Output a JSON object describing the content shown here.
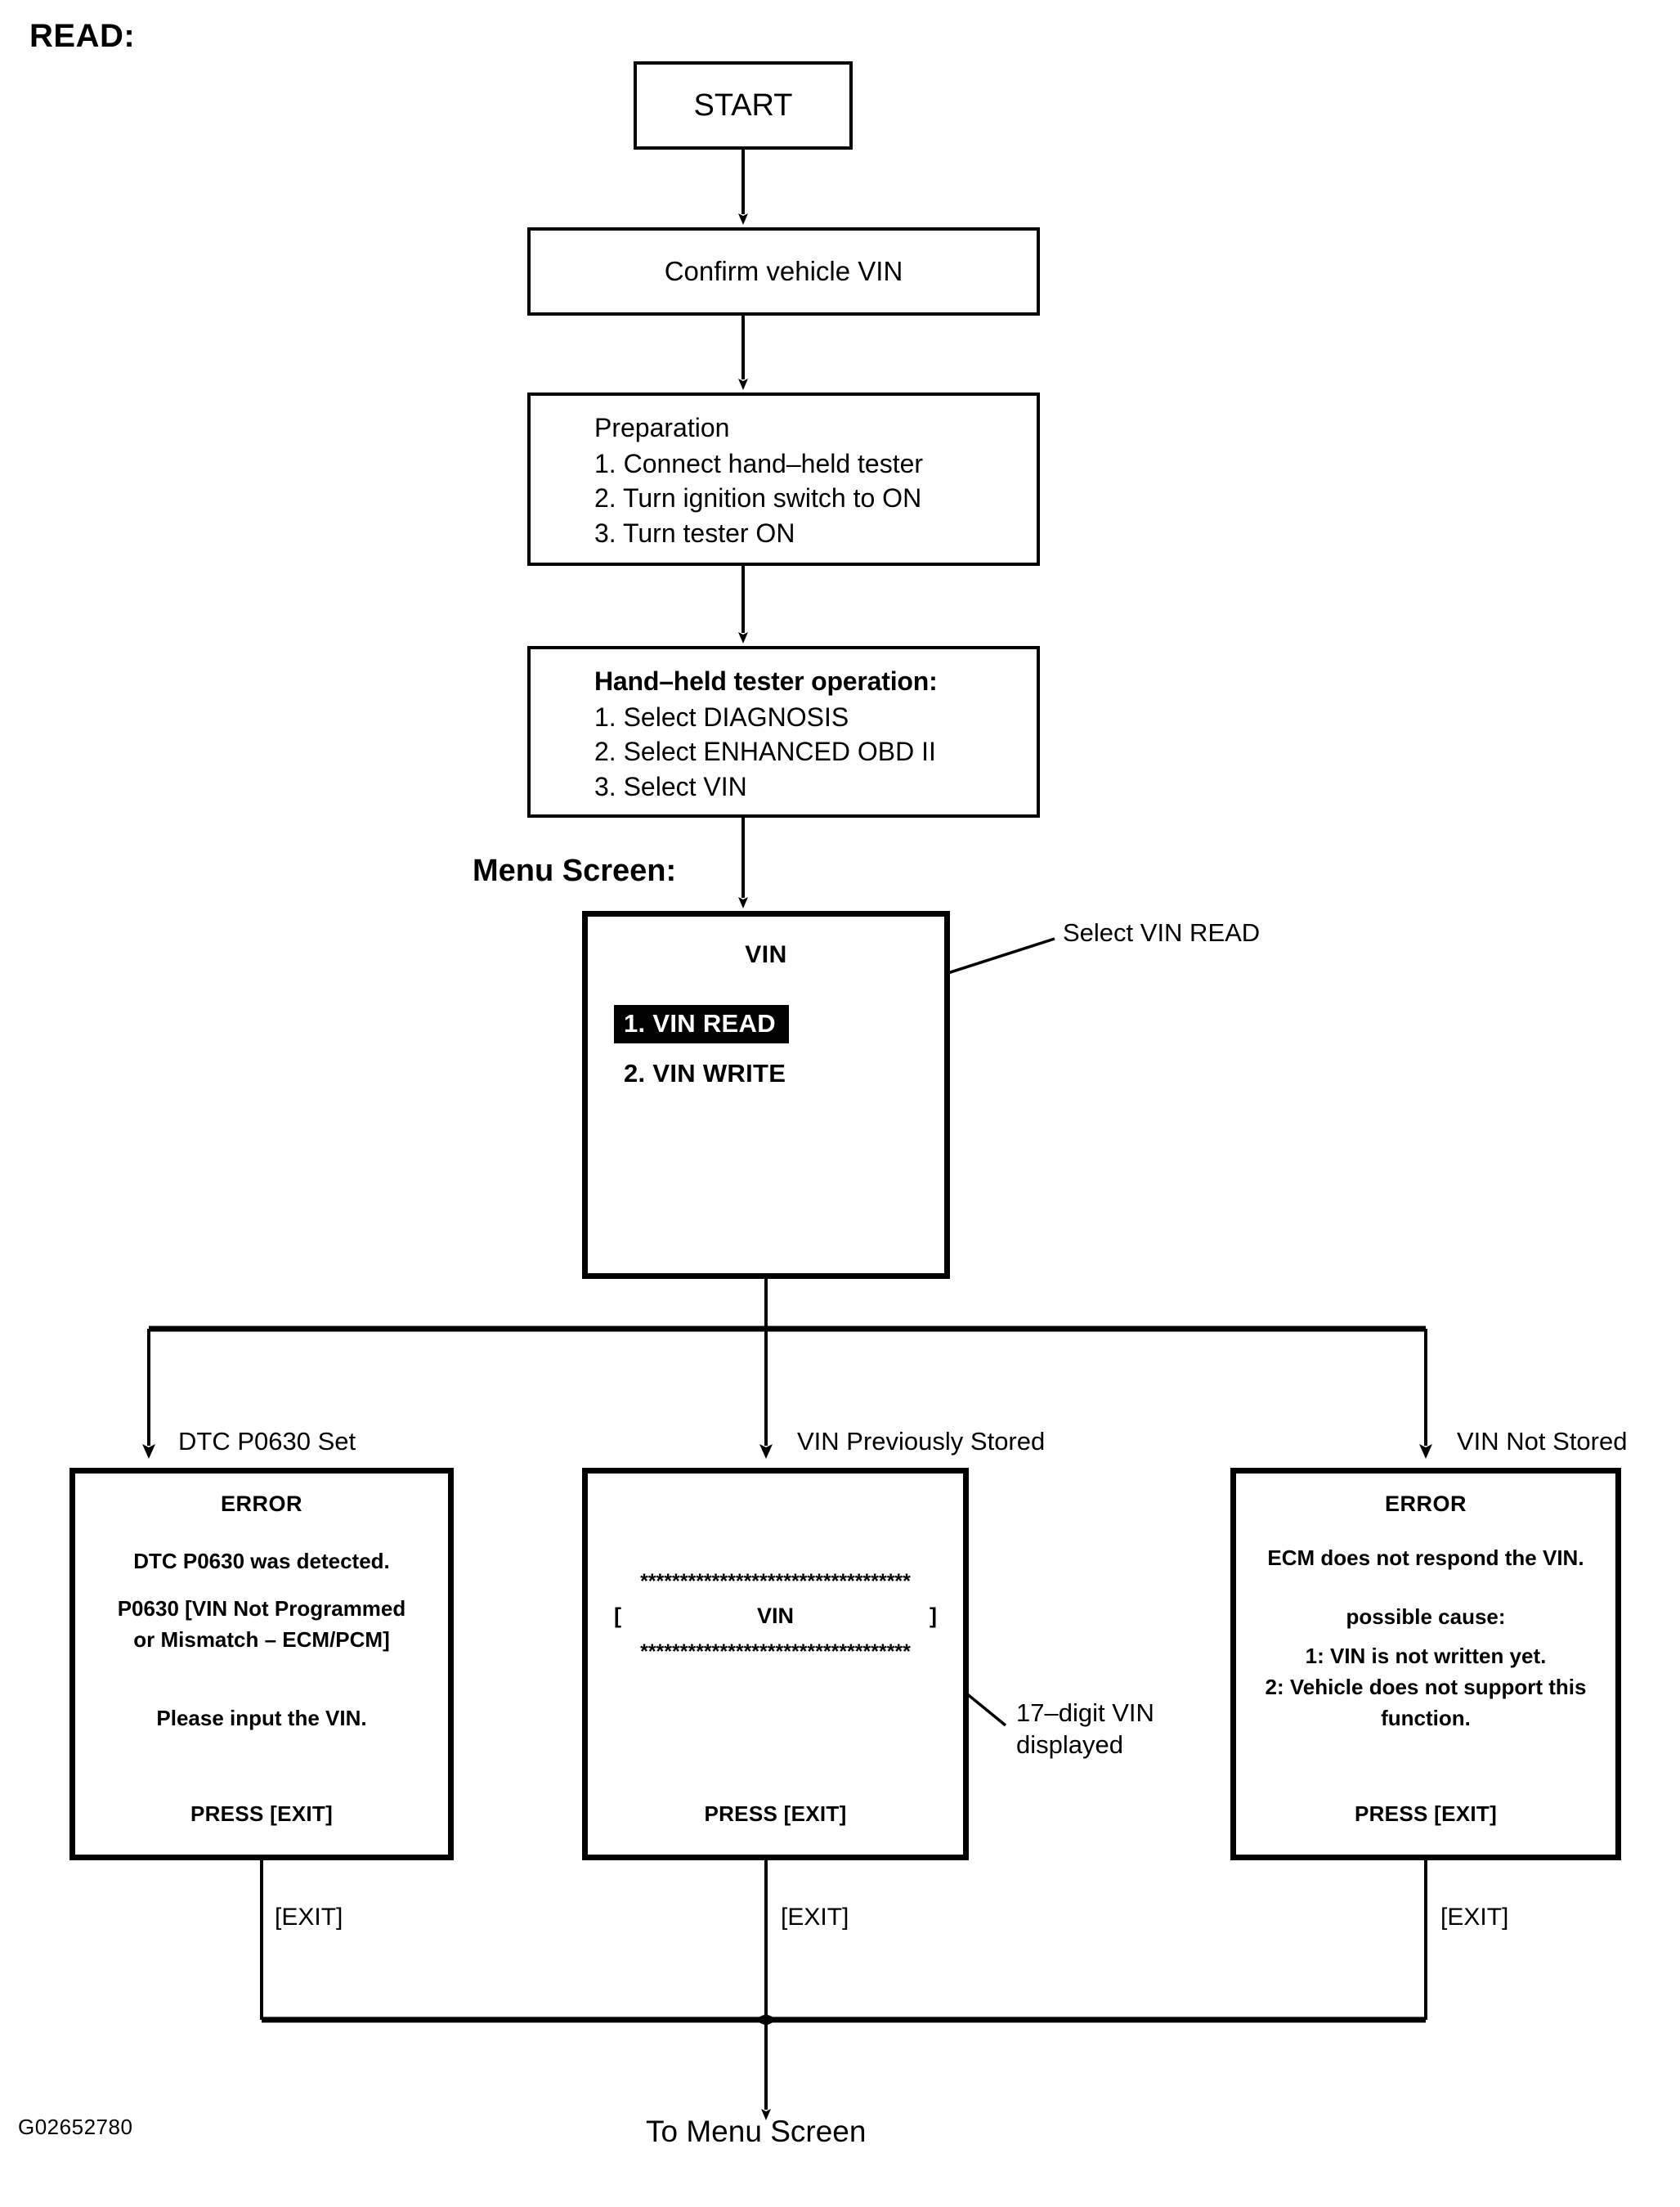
{
  "page": {
    "section_heading": "READ:",
    "menu_screen_label": "Menu Screen:",
    "figure_id": "G02652780",
    "to_menu_screen": "To Menu Screen"
  },
  "flow": {
    "start_box": "START",
    "confirm_box": "Confirm vehicle VIN",
    "preparation": {
      "lead": "Preparation",
      "steps": [
        "1. Connect hand–held tester",
        "2. Turn ignition switch to ON",
        "3. Turn tester ON"
      ]
    },
    "tester_operation": {
      "lead": "Hand–held tester operation:",
      "steps": [
        "1. Select DIAGNOSIS",
        "2. Select ENHANCED OBD II",
        "3. Select VIN"
      ]
    }
  },
  "menu_screen": {
    "title": "VIN",
    "items": [
      {
        "label": "1. VIN READ",
        "selected": true
      },
      {
        "label": "2. VIN WRITE",
        "selected": false
      }
    ],
    "callout": "Select VIN READ"
  },
  "branches": [
    {
      "label": "DTC P0630 Set"
    },
    {
      "label": "VIN Previously Stored"
    },
    {
      "label": "VIN Not Stored"
    }
  ],
  "screens": {
    "dtc_error": {
      "title": "ERROR",
      "line1": "DTC P0630 was detected.",
      "line2a": "P0630  [VIN Not Programmed",
      "line2b": "or Mismatch – ECM/PCM]",
      "line3": "Please input the VIN.",
      "press": "PRESS [EXIT]"
    },
    "vin_stored": {
      "stars_top": "**********************************",
      "bracket_open": "[",
      "vin_word": "VIN",
      "bracket_close": "]",
      "stars_bottom": "**********************************",
      "press": "PRESS [EXIT]",
      "callout_line1": "17–digit VIN",
      "callout_line2": "displayed"
    },
    "vin_not_stored": {
      "title": "ERROR",
      "line1": "ECM does not respond the VIN.",
      "line2": "possible cause:",
      "line3": "1: VIN is not written yet.",
      "line4a": "2: Vehicle does not support this",
      "line4b": "function.",
      "press": "PRESS [EXIT]"
    }
  },
  "exit_labels": [
    "[EXIT]",
    "[EXIT]",
    "[EXIT]"
  ],
  "colors": {
    "ink": "#000000",
    "paper": "#ffffff",
    "selected_bg": "#000000",
    "selected_fg": "#ffffff"
  }
}
